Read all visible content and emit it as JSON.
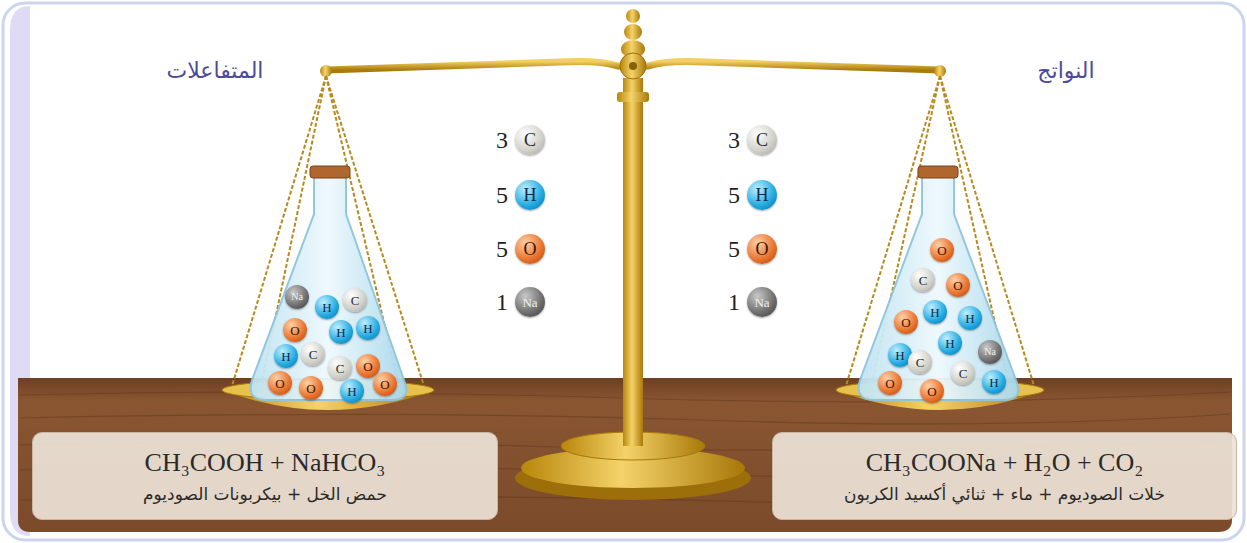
{
  "diagram": {
    "nodes": [
      {
        "text": [
          "Na"
        ]
      },
      {
        "text": [
          "H"
        ]
      },
      {
        "text": [
          "C"
        ]
      },
      {
        "text": [
          "O"
        ]
      },
      {
        "text": [
          "H"
        ]
      },
      {
        "text": [
          "H"
        ]
      },
      {
        "text": [
          "H"
        ]
      },
      {
        "text": [
          "C"
        ]
      },
      {
        "text": [
          "C"
        ]
      },
      {
        "text": [
          "O"
        ]
      },
      {
        "text": [
          "O"
        ]
      },
      {
        "text": [
          "O"
        ]
      },
      {
        "text": [
          "H"
        ]
      },
      {
        "text": [
          "O"
        ]
      },
      {
        "text": [
          "C"
        ]
      },
      {
        "text": [
          "H"
        ]
      },
      {
        "text": [
          "O"
        ]
      },
      {
        "text": [
          "Na"
        ]
      },
      {
        "text": [
          "C"
        ]
      },
      {
        "text": [
          "H"
        ]
      },
      {
        "text": [
          "O"
        ]
      },
      {
        "text": [
          "Na"
        ]
      },
      {
        "text": [
          "O"
        ]
      },
      {
        "text": [
          "C"
        ]
      },
      {
        "text": [
          "O"
        ]
      },
      {
        "text": [
          "O"
        ]
      },
      {
        "text": [
          "H"
        ]
      },
      {
        "text": [
          "H"
        ]
      },
      {
        "text": [
          "H"
        ]
      },
      {
        "text": [
          "Na"
        ]
      },
      {
        "text": [
          "H"
        ]
      },
      {
        "text": [
          "C"
        ]
      },
      {
        "text": [
          "C"
        ]
      },
      {
        "text": [
          "O"
        ]
      },
      {
        "text": [
          "O"
        ]
      },
      {
        "text": [
          "H"
        ]
      },
      {
        "text": [
          "CH₃COOH + NaHCO₃",
          "حمض الخل + بيكربونات الصوديوم"
        ]
      },
      {
        "text": [
          "CH₃COONa + H₂O + CO₂",
          "خلات الصوديوم + ماء + ثنائي أكسيد الكربون"
        ]
      }
    ],
    "labels": [
      "المتفاعلات",
      "النواتج",
      "3",
      "5",
      "5",
      "1",
      "3",
      "5",
      "5",
      "1"
    ]
  }
}
